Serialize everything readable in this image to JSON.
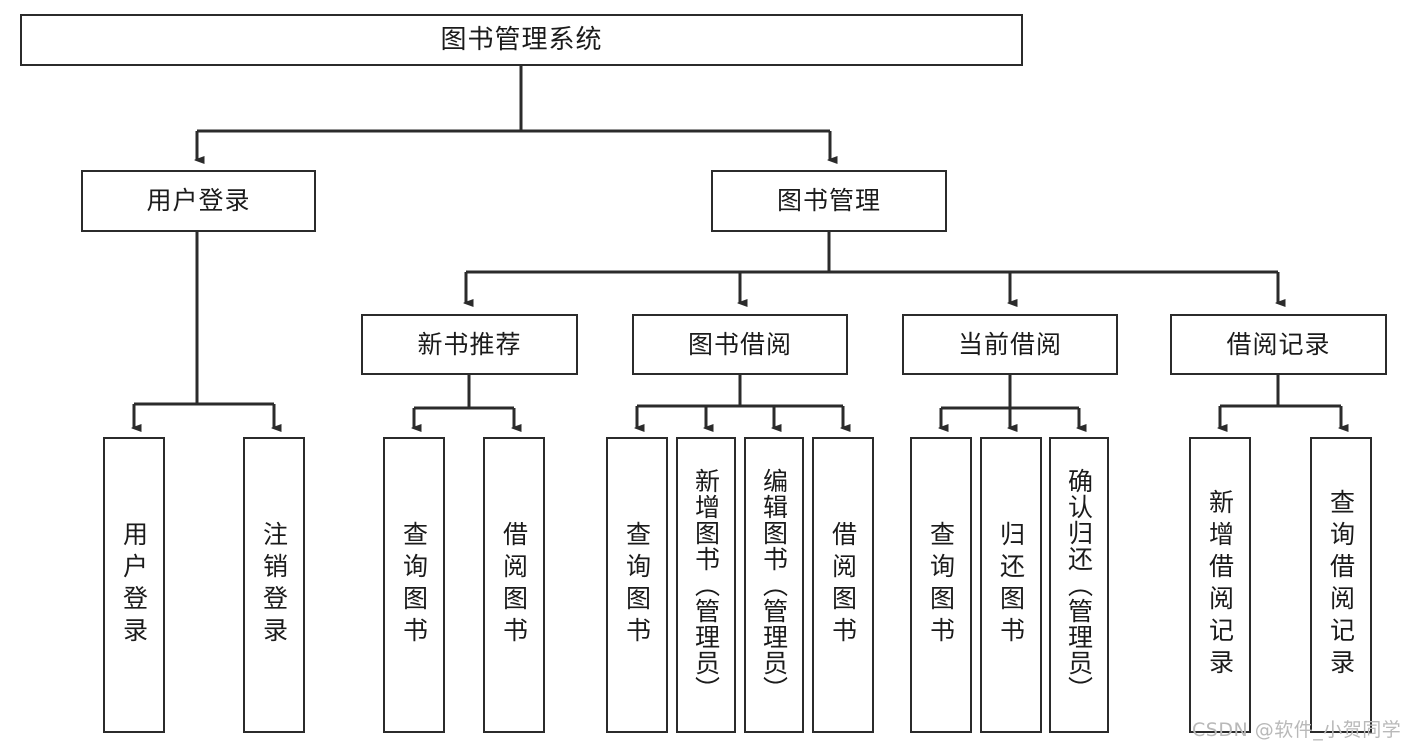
{
  "diagram": {
    "title": "图书管理系统",
    "type": "tree-hierarchy",
    "stroke_color": "#2b2b2b",
    "background_color": "#ffffff",
    "text_color": "#1b1b1b"
  },
  "root": {
    "label": "图书管理系统"
  },
  "level1": [
    {
      "label": "用户登录"
    },
    {
      "label": "图书管理"
    }
  ],
  "level2": [
    {
      "label": "新书推荐"
    },
    {
      "label": "图书借阅"
    },
    {
      "label": "当前借阅"
    },
    {
      "label": "借阅记录"
    }
  ],
  "leaves": {
    "user_login": [
      {
        "label": "用户登录"
      },
      {
        "label": "注销登录"
      }
    ],
    "new_book": [
      {
        "label": "查询图书"
      },
      {
        "label": "借阅图书"
      }
    ],
    "book_borrow": [
      {
        "label": "查询图书"
      },
      {
        "label": "新增图书（管理员）"
      },
      {
        "label": "编辑图书（管理员）"
      },
      {
        "label": "借阅图书"
      }
    ],
    "current_borrow": [
      {
        "label": "查询图书"
      },
      {
        "label": "归还图书"
      },
      {
        "label": "确认归还（管理员）"
      }
    ],
    "borrow_record": [
      {
        "label": "新增借阅记录"
      },
      {
        "label": "查询借阅记录"
      }
    ]
  },
  "watermark": {
    "text": "CSDN @软件_小贺同学",
    "color": "#b9b9b9"
  }
}
